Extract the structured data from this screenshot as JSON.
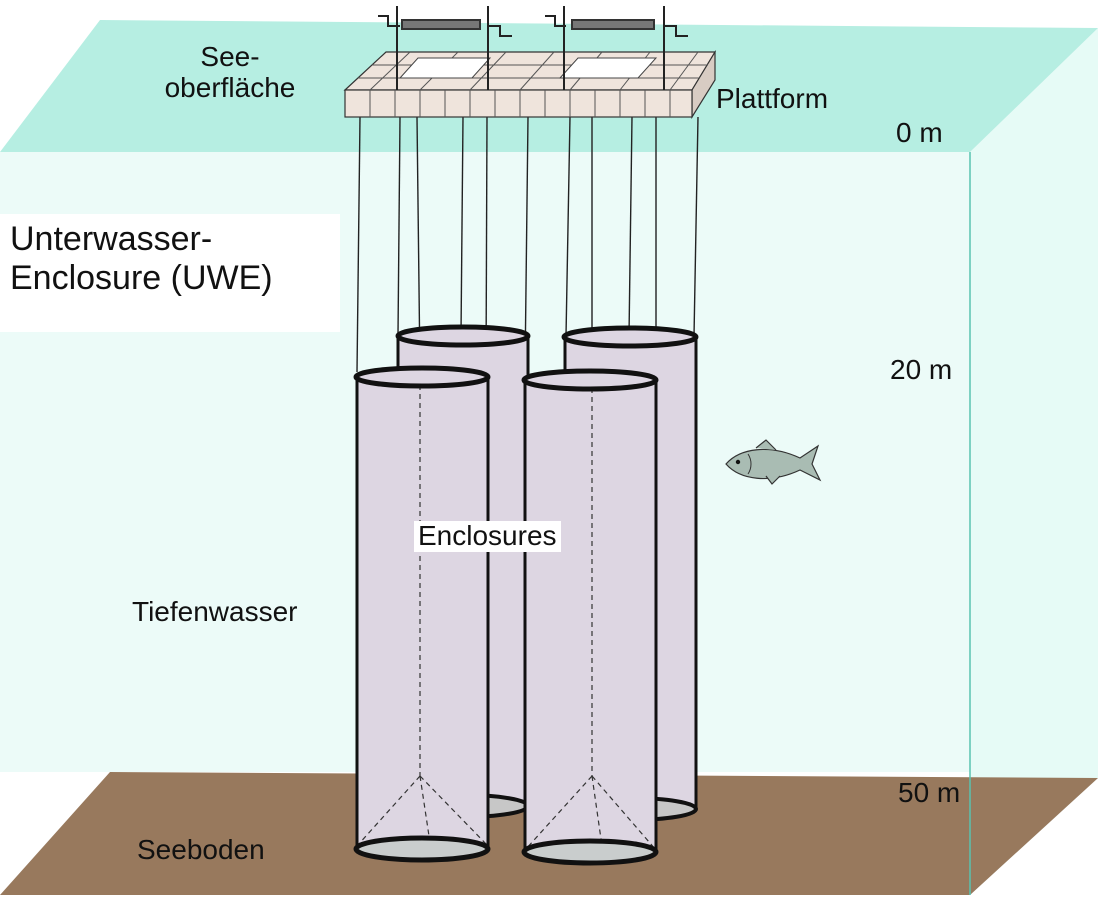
{
  "labels": {
    "surface_line1": "See-",
    "surface_line2": "oberfläche",
    "platform": "Plattform",
    "title_line1": "Unterwasser-",
    "title_line2": "Enclosure (UWE)",
    "enclosures": "Enclosures",
    "deep_water": "Tiefenwasser",
    "lake_bottom": "Seeboden"
  },
  "depth_labels": [
    "0 m",
    "20 m",
    "50 m"
  ],
  "icons": [
    "fish-icon"
  ],
  "colors": {
    "water_surface": "#b6eee2",
    "water_body": "#ecfbf8",
    "lake_bed": "#98795d",
    "enclosure_fill": "#ddd6e2",
    "platform_fill": "#efe4dc",
    "outline": "#111111",
    "edge_line": "#59c3b0"
  }
}
